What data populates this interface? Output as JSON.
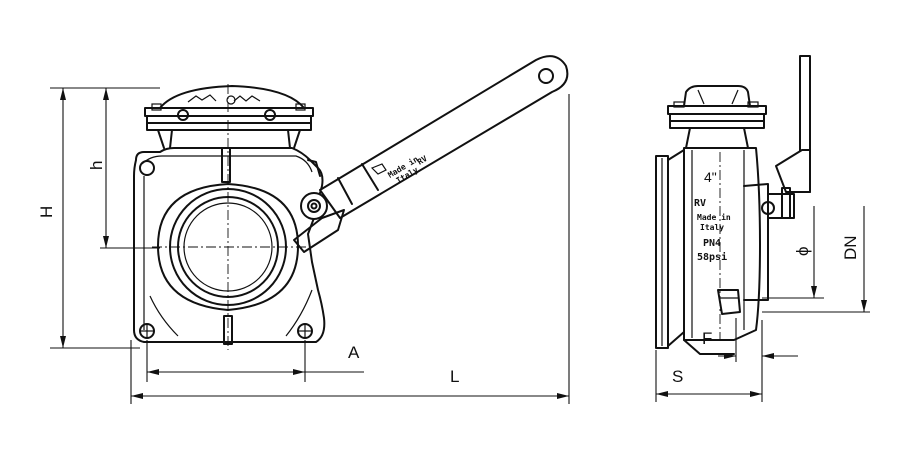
{
  "dimensions": {
    "H": "H",
    "h": "h",
    "A": "A",
    "L": "L",
    "phi": "ϕ",
    "DN": "DN",
    "F": "F",
    "S": "S"
  },
  "body_markings": {
    "size": "4\"",
    "made_line1": "Made in",
    "made_line2": "Italy",
    "pressure_bar": "PN4",
    "pressure_psi": "58psi",
    "lever_made_line1": "Made in",
    "lever_made_line2": "Italy"
  },
  "logo_text": "RV"
}
